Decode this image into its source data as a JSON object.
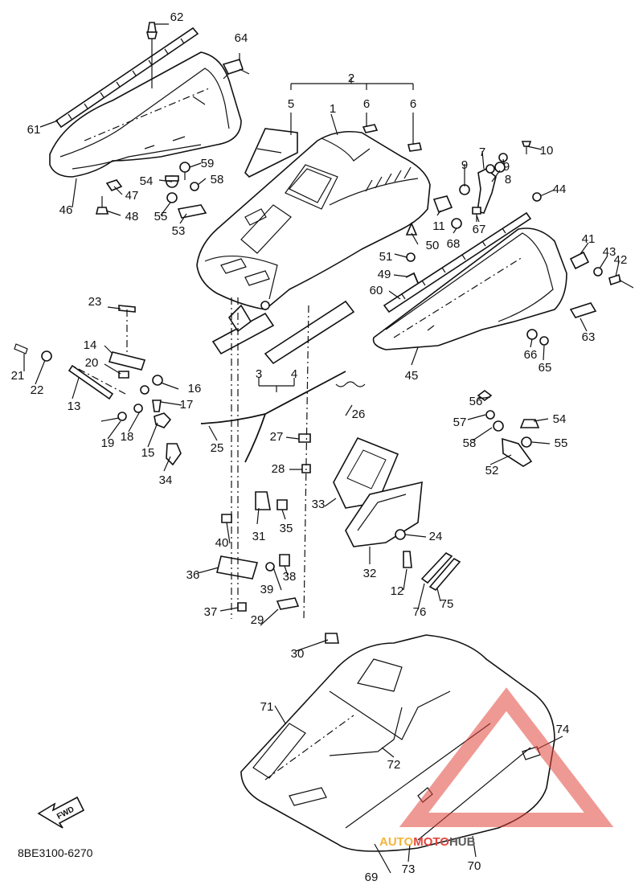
{
  "diagram": {
    "code": "8BE3100-6270",
    "direction_label": "FWD",
    "callouts": [
      "1",
      "2",
      "3",
      "4",
      "5",
      "6",
      "7",
      "8",
      "9",
      "10",
      "11",
      "12",
      "13",
      "14",
      "15",
      "16",
      "17",
      "18",
      "19",
      "20",
      "21",
      "22",
      "23",
      "24",
      "25",
      "26",
      "27",
      "28",
      "29",
      "30",
      "31",
      "32",
      "33",
      "34",
      "35",
      "36",
      "37",
      "38",
      "39",
      "40",
      "41",
      "42",
      "43",
      "44",
      "45",
      "46",
      "47",
      "48",
      "49",
      "50",
      "51",
      "52",
      "53",
      "54",
      "55",
      "56",
      "57",
      "58",
      "59",
      "60",
      "61",
      "62",
      "63",
      "64",
      "65",
      "66",
      "67",
      "68",
      "69",
      "70",
      "71",
      "72",
      "73",
      "74",
      "75",
      "76"
    ]
  },
  "watermark": {
    "part1": "AUTO",
    "part2": "MOTO",
    "part3": "HUB",
    "color1": "#f3b43a",
    "color2": "#e2453c",
    "color3": "#5a5a5a"
  }
}
